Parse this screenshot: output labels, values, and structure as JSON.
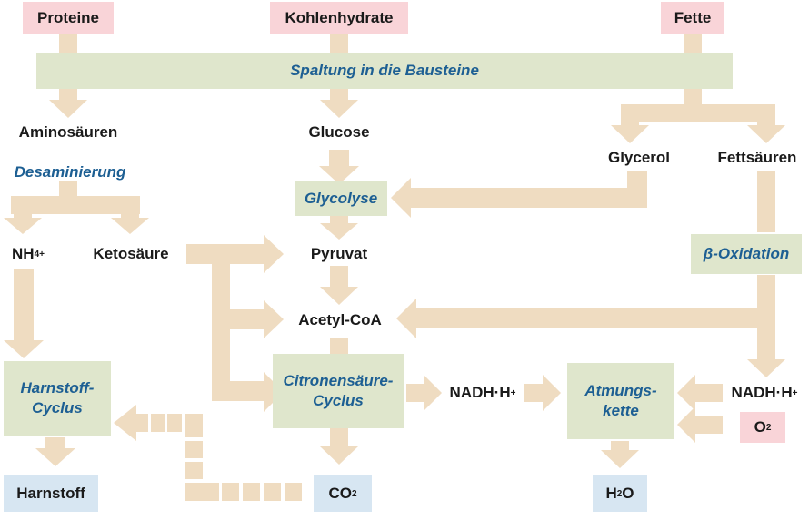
{
  "sources": {
    "proteine": "Proteine",
    "kohlenhydrate": "Kohlenhydrate",
    "fette": "Fette"
  },
  "spaltung": "Spaltung in die Bausteine",
  "aminosaeuren": "Aminosäuren",
  "glucose": "Glucose",
  "glycerol": "Glycerol",
  "fettsaeuren": "Fettsäuren",
  "desaminierung": "Desaminierung",
  "glycolyse": "Glycolyse",
  "nh4": {
    "base": "NH",
    "sub": "4",
    "sup": "+"
  },
  "ketosaeure": "Ketosäure",
  "pyruvat": "Pyruvat",
  "beta_oxidation": "β-Oxidation",
  "acetyl_coa": "Acetyl-CoA",
  "harnstoff_cyclus": {
    "line1": "Harnstoff-",
    "line2": "Cyclus"
  },
  "citronensaeure_cyclus": {
    "line1": "Citronensäure-",
    "line2": "Cyclus"
  },
  "nadh_center": {
    "base": "NADH·H",
    "sup": "+"
  },
  "nadh_right": {
    "base": "NADH·H",
    "sup": "+"
  },
  "atmungskette": {
    "line1": "Atmungs-",
    "line2": "kette"
  },
  "o2": {
    "base": "O",
    "sub": "2"
  },
  "harnstoff": "Harnstoff",
  "co2": {
    "base": "CO",
    "sub": "2"
  },
  "h2o": {
    "base": "H",
    "sub": "2",
    "tail": "O"
  },
  "colors": {
    "arrow": "#efdcc1",
    "source_box": "#f9d4d8",
    "process_box": "#dfe6cc",
    "product_box": "#d7e6f2",
    "process_text": "#1d5f93"
  }
}
